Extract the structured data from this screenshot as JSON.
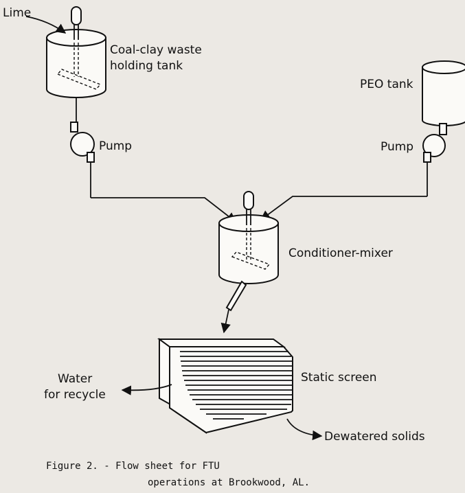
{
  "labels": {
    "lime": "Lime",
    "holding_tank_line1": "Coal-clay waste",
    "holding_tank_line2": "holding tank",
    "peo_tank": "PEO tank",
    "pump_left": "Pump",
    "pump_right": "Pump",
    "conditioner_mixer": "Conditioner-mixer",
    "static_screen": "Static screen",
    "water_line1": "Water",
    "water_line2": "for recycle",
    "dewatered_solids": "Dewatered solids"
  },
  "caption": {
    "line1": "Figure 2. - Flow sheet for FTU",
    "line2": "operations at Brookwood, AL."
  }
}
